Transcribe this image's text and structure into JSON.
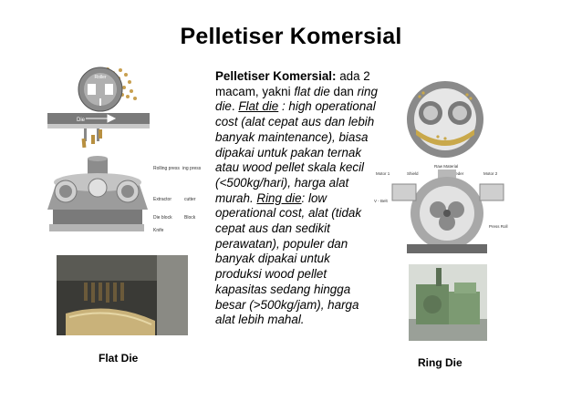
{
  "slide": {
    "title": "Pelletiser Komersial",
    "paragraph": {
      "lead": "Pelletiser Komersial:",
      "t1": " ada 2 macam, yakni ",
      "flat_die_term": "flat die",
      "t2": " dan ",
      "ring_die_term": "ring die",
      "t3": ". ",
      "flat_die_label": "Flat die",
      "t4": " : high operational cost (alat cepat aus dan lebih banyak maintenance), biasa dipakai untuk pakan ternak atau wood pellet skala kecil (<500kg/hari), harga alat murah.  ",
      "ring_die_label": "Ring die",
      "t5": ": low operational cost, alat (tidak cepat aus dan sedikit perawatan), populer dan banyak dipakai untuk produksi wood pellet kapasitas sedang hingga besar (>500kg/jam), harga alat lebih mahal."
    },
    "left_caption": "Flat Die",
    "right_caption": "Ring Die",
    "flat_diagram": {
      "roller_label": "Roller",
      "die_label": "Die"
    },
    "flat_3d_labels": [
      "Rolling press",
      "ing press",
      "Extractor",
      "cutter",
      "Die block",
      "Block",
      "Knife"
    ],
    "ring_labels": [
      "Raw Material",
      "Motor 1",
      "Shield",
      "Feeder",
      "Motor 2",
      "V - Belt",
      "Press Roll"
    ]
  }
}
